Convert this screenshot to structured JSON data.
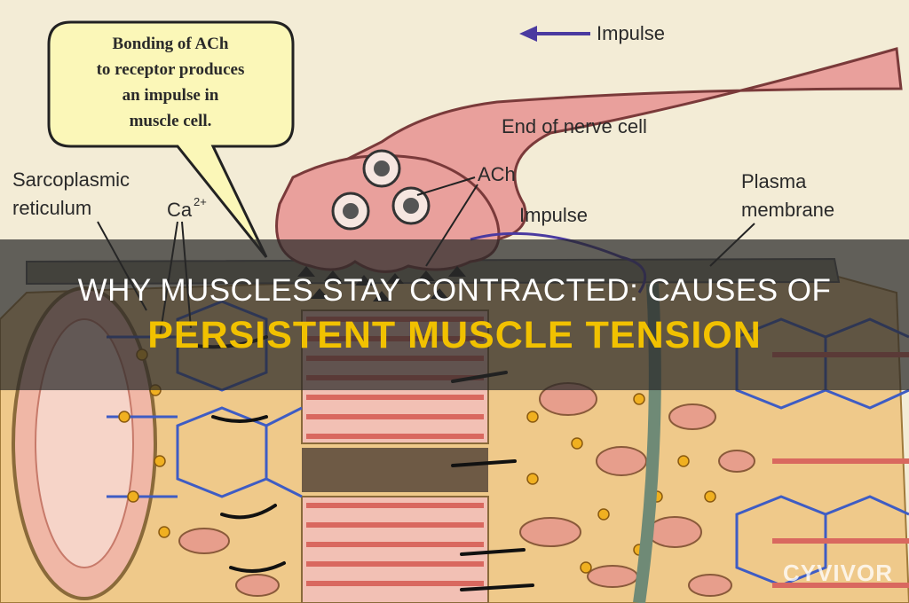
{
  "diagram": {
    "callout": [
      "Bonding of ACh",
      "to receptor produces",
      "an impulse in",
      "muscle cell."
    ],
    "labels": {
      "impulse_top": "Impulse",
      "end_nerve": "End of nerve cell",
      "sarco_1": "Sarcoplasmic",
      "sarco_2": "reticulum",
      "ca": "Ca",
      "ca_sup": "2+",
      "ach": "ACh",
      "impulse_mid": "Impulse",
      "plasma_1": "Plasma",
      "plasma_2": "membrane"
    },
    "colors": {
      "nerve": "#e9a09c",
      "fiber": "#efc98a",
      "striation": "#e58c86",
      "tubule": "#3e5cc4",
      "impulse_arrow": "#4a3aa0"
    }
  },
  "title": {
    "line1": "WHY MUSCLES STAY CONTRACTED: CAUSES OF",
    "line2": "PERSISTENT MUSCLE TENSION"
  },
  "watermark": "CYVIVOR"
}
